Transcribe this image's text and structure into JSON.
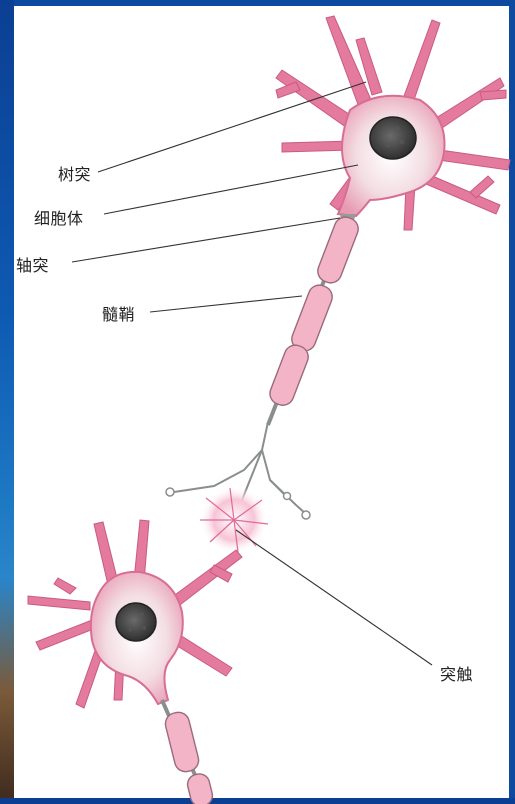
{
  "labels": {
    "dendrite": "树突",
    "cell_body": "细胞体",
    "axon": "轴突",
    "myelin_sheath": "髓鞘",
    "synapse": "突触"
  },
  "colors": {
    "frame": "#0c4aa1",
    "membrane_pink": "#e47a9d",
    "cell_fill": "#f5c8d4",
    "nucleus": "#3a3a3a",
    "axon_gray": "#8a8f8c",
    "leader_line": "#333333"
  }
}
